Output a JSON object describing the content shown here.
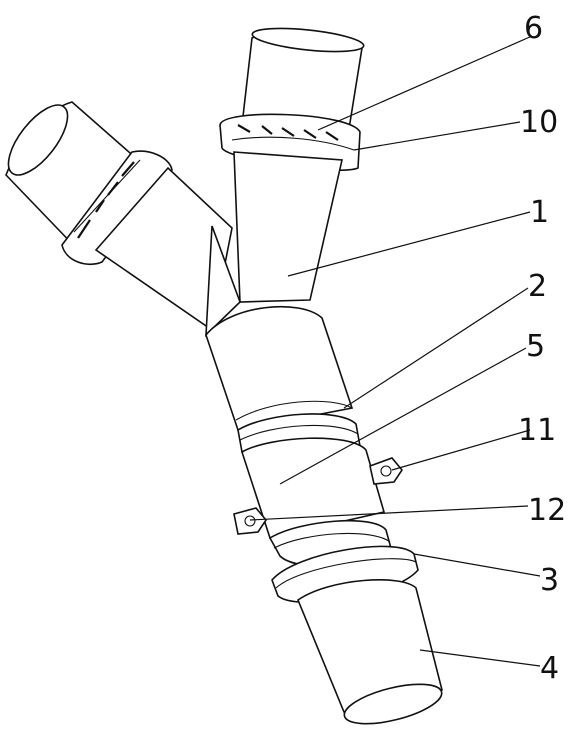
{
  "callouts": [
    {
      "id": "6",
      "text": "6"
    },
    {
      "id": "10",
      "text": "10"
    },
    {
      "id": "1",
      "text": "1"
    },
    {
      "id": "2",
      "text": "2"
    },
    {
      "id": "5",
      "text": "5"
    },
    {
      "id": "11",
      "text": "11"
    },
    {
      "id": "12",
      "text": "12"
    },
    {
      "id": "3",
      "text": "3"
    },
    {
      "id": "4",
      "text": "4"
    }
  ]
}
